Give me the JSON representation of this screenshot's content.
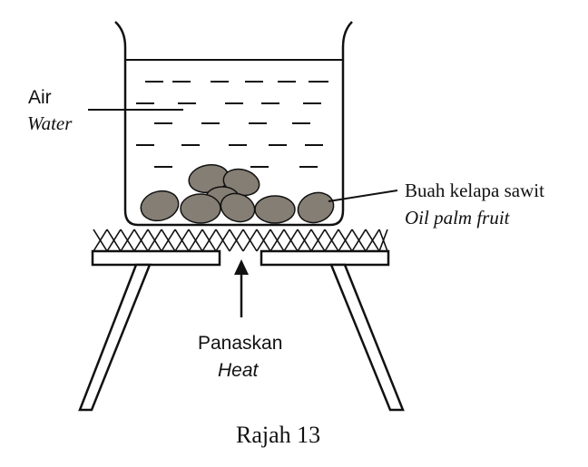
{
  "labels": {
    "water_malay": "Air",
    "water_english": "Water",
    "fruit_malay": "Buah kelapa sawit",
    "fruit_english": "Oil palm fruit",
    "heat_malay": "Panaskan",
    "heat_english": "Heat"
  },
  "caption": "Rajah 13",
  "colors": {
    "ink": "#111111",
    "fruit": "#857e74",
    "background": "#ffffff"
  }
}
